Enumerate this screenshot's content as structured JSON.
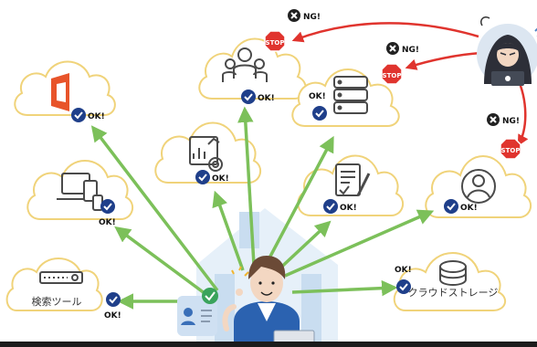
{
  "ok_label": "OK!",
  "ng_label": "NG!",
  "stop_label": "STOP",
  "colors": {
    "cloud_fill": "#ffffff",
    "cloud_stroke": "#f0d37a",
    "arrow_ok": "#7cc05a",
    "arrow_ng": "#e0342e",
    "check_badge": "#1f3f8a",
    "stop_red": "#e0342e",
    "icon_stroke": "#4a4a4a",
    "office_orange": "#e8542a",
    "house_blue": "#d6e6f5",
    "user_jacket": "#2b62b0"
  },
  "services": [
    {
      "id": "office",
      "icon": "office-logo-icon",
      "label": ""
    },
    {
      "id": "team",
      "icon": "team-icon",
      "label": ""
    },
    {
      "id": "database",
      "icon": "database-icon",
      "label": ""
    },
    {
      "id": "pc-devices",
      "icon": "pc-devices-icon",
      "label": ""
    },
    {
      "id": "analytics",
      "icon": "analytics-icon",
      "label": ""
    },
    {
      "id": "contract",
      "icon": "contract-icon",
      "label": ""
    },
    {
      "id": "account",
      "icon": "account-icon",
      "label": ""
    },
    {
      "id": "search-tool",
      "icon": "search-icon",
      "label": "検索ツール"
    },
    {
      "id": "cloud-storage",
      "icon": "storage-icon",
      "label": "クラウドストレージ"
    }
  ],
  "attacker": {
    "icon": "hacker-icon"
  },
  "user": {
    "icon": "user-person-icon"
  }
}
